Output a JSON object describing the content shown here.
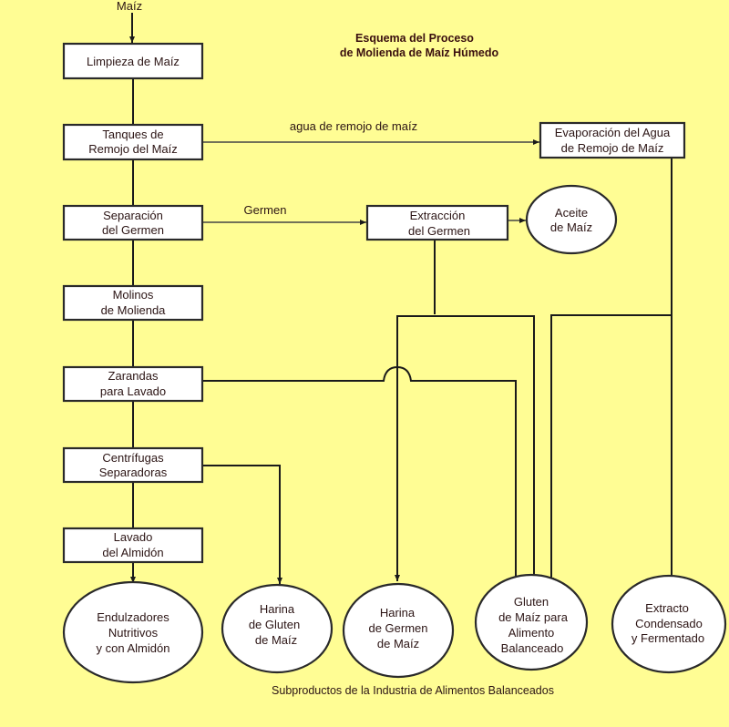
{
  "title": {
    "line1": "Esquema del Proceso",
    "line2": "de Molienda de Maíz Húmedo"
  },
  "input_label": "Maíz",
  "process_steps": [
    {
      "id": "limpieza",
      "lines": [
        "Limpieza de Maíz"
      ]
    },
    {
      "id": "tanques",
      "lines": [
        "Tanques de",
        "Remojo del Maíz"
      ]
    },
    {
      "id": "separacion",
      "lines": [
        "Separación",
        "del Germen"
      ]
    },
    {
      "id": "molinos",
      "lines": [
        "Molinos",
        "de Molienda"
      ]
    },
    {
      "id": "zarandas",
      "lines": [
        "Zarandas",
        "para Lavado"
      ]
    },
    {
      "id": "centrifugas",
      "lines": [
        "Centrífugas",
        "Separadoras"
      ]
    },
    {
      "id": "lavado",
      "lines": [
        "Lavado",
        "del Almidón"
      ]
    }
  ],
  "side_processes": [
    {
      "id": "evaporacion",
      "lines": [
        "Evaporación del Agua",
        "de Remojo de Maíz"
      ]
    },
    {
      "id": "extraccion",
      "lines": [
        "Extracción",
        "del Germen"
      ]
    }
  ],
  "flow_labels": {
    "agua": "agua de remojo de maíz",
    "germen": "Germen"
  },
  "products": [
    {
      "id": "aceite",
      "lines": [
        "Aceite",
        "de Maíz"
      ]
    },
    {
      "id": "endulzadores",
      "lines": [
        "Endulzadores",
        "Nutritivos",
        "y con Almidón"
      ]
    },
    {
      "id": "harina-gluten",
      "lines": [
        "Harina",
        "de Gluten",
        "de Maíz"
      ]
    },
    {
      "id": "harina-germen",
      "lines": [
        "Harina",
        "de Germen",
        "de Maíz"
      ]
    },
    {
      "id": "gluten-maiz",
      "lines": [
        "Gluten",
        "de Maíz para",
        "Alimento",
        "Balanceado"
      ]
    },
    {
      "id": "extracto",
      "lines": [
        "Extracto",
        "Condensado",
        "y Fermentado"
      ]
    }
  ],
  "footer": "Subproductos de la Industria de Alimentos Balanceados",
  "colors": {
    "background": "#FFFD94",
    "node_fill": "#FFFFFF",
    "stroke": "#2A2A2A",
    "text": "#2B1414"
  }
}
